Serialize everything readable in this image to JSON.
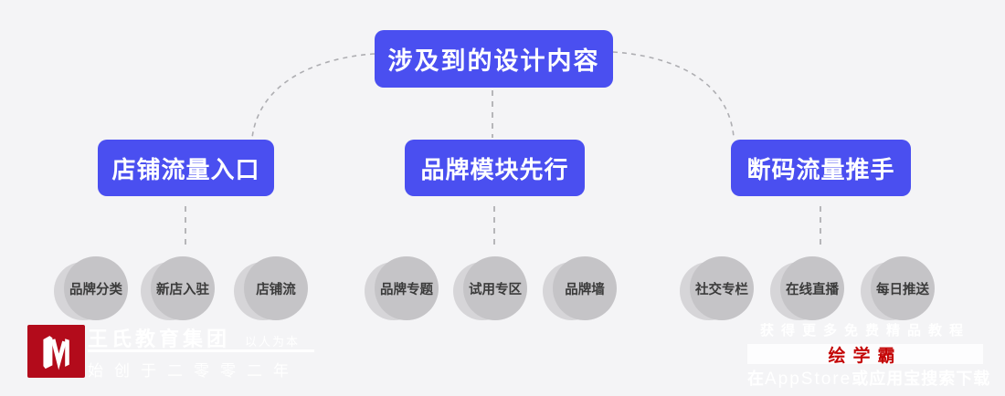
{
  "colors": {
    "background": "#f4f4f6",
    "node_blue": "#4a4ff0",
    "node_text": "#ffffff",
    "circle_fill": "#c5c4c7",
    "circle_back_fill": "#d6d5d8",
    "circle_text": "#3b3b3b",
    "connector_gray": "#aeaeb2",
    "logo_red": "#b30b1b",
    "brand_red": "#c40606",
    "watermark_white": "#ffffff"
  },
  "diagram": {
    "root_label": "涉及到的设计内容",
    "branches": [
      {
        "label": "店铺流量入口",
        "children": [
          "品牌分类",
          "新店入驻",
          "店铺流"
        ]
      },
      {
        "label": "品牌模块先行",
        "children": [
          "品牌专题",
          "试用专区",
          "品牌墙"
        ]
      },
      {
        "label": "断码流量推手",
        "children": [
          "社交专栏",
          "在线直播",
          "每日推送"
        ]
      }
    ]
  },
  "watermark_left": {
    "company": "王氏教育集团",
    "slogan": "以人为本",
    "founded": "始创于二零零二年"
  },
  "watermark_right": {
    "line1": "获得更多免费精品教程",
    "brand": "绘学霸",
    "line2_pre": "在",
    "line2_latin": "AppStore",
    "line2_mid": "或",
    "line2_bold": "应用宝",
    "line2_suf": "搜索下载"
  }
}
